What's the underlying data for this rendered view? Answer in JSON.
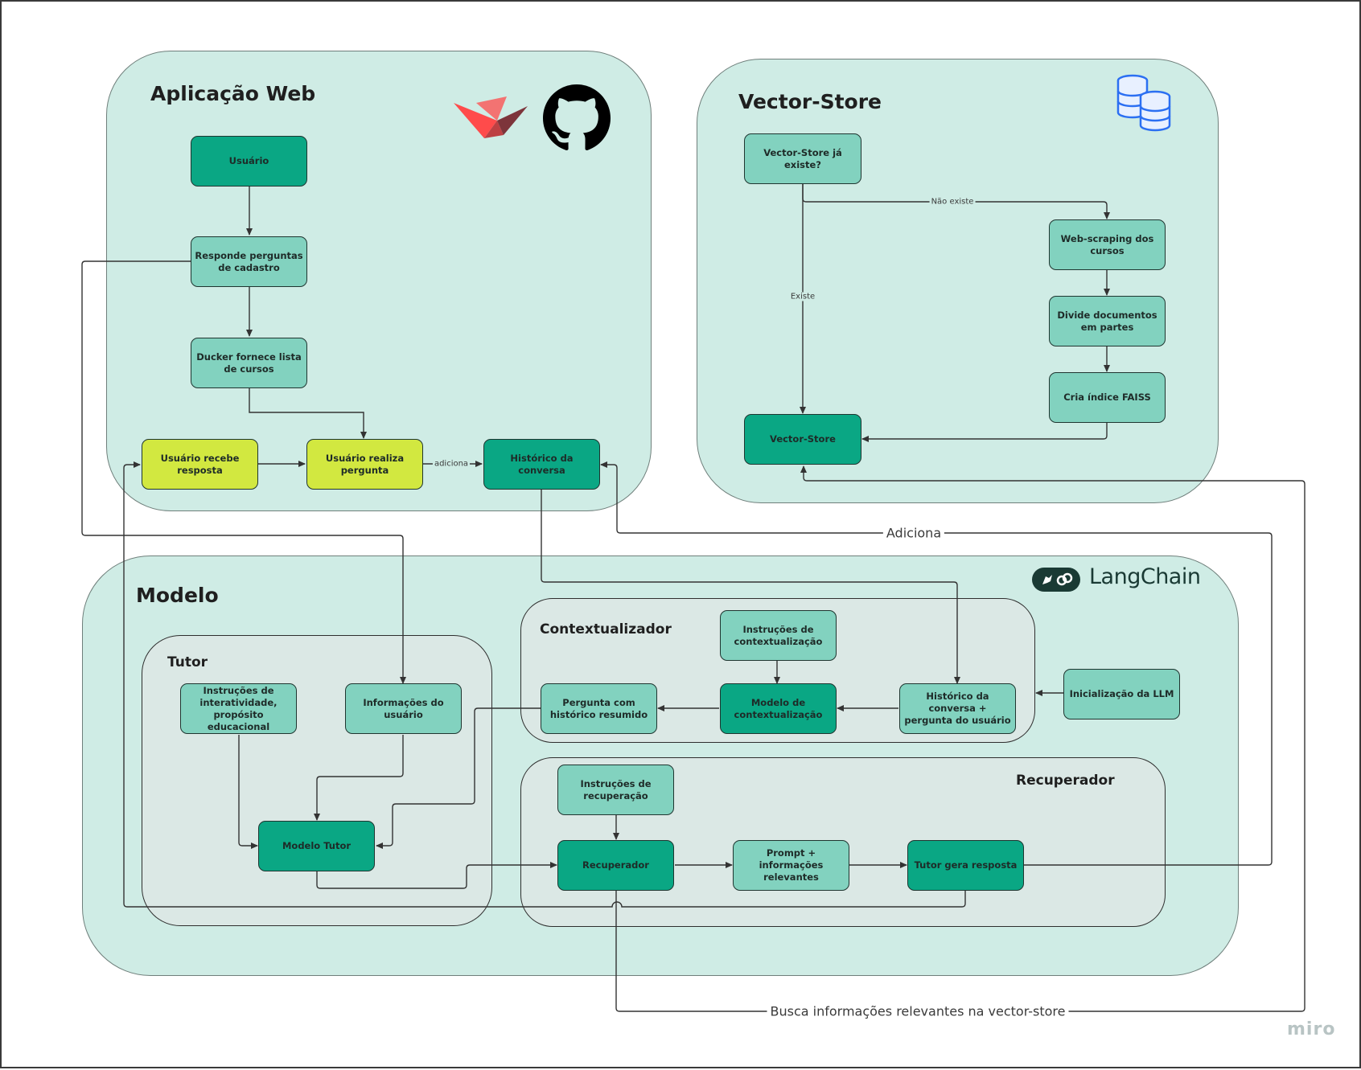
{
  "regions": {
    "web_app": "Aplicação Web",
    "vector_store": "Vector-Store",
    "model": "Modelo",
    "tutor": "Tutor",
    "contextualizer": "Contextualizador",
    "retriever": "Recuperador"
  },
  "nodes": {
    "usuario": "Usuário",
    "responde": "Responde perguntas de cadastro",
    "ducker": "Ducker fornece lista de cursos",
    "recebe": "Usuário recebe resposta",
    "realiza": "Usuário realiza pergunta",
    "historico": "Histórico da conversa",
    "vs_exists": "Vector-Store já existe?",
    "webscraping": "Web-scraping dos cursos",
    "divide": "Divide documentos em partes",
    "faiss": "Cria índice FAISS",
    "vectorstore": "Vector-Store",
    "instr_ctx": "Instruções de contextualização",
    "modelo_ctx": "Modelo de contextualização",
    "pergunta_hist": "Pergunta com histórico resumido",
    "hist_pergunta": "Histórico da conversa + pergunta do usuário",
    "init_llm": "Inicialização da LLM",
    "instr_inter": "Instruções de interatividade, propósito educacional",
    "info_usuario": "Informações do usuário",
    "modelo_tutor": "Modelo Tutor",
    "instr_rec": "Instruções de recuperação",
    "recuperador": "Recuperador",
    "prompt_info": "Prompt + informações relevantes",
    "tutor_gera": "Tutor gera resposta"
  },
  "edge_labels": {
    "adiciona_small": "adiciona",
    "nao_existe": "Não existe",
    "existe": "Existe",
    "adiciona": "Adiciona",
    "busca": "Busca informações relevantes na vector-store"
  },
  "logos": {
    "streamlit": "streamlit-logo",
    "github": "github-logo",
    "database": "database-icon",
    "langchain": "LangChain"
  },
  "watermark": "miro",
  "colors": {
    "region": "#cfece5",
    "subregion": "#dbe8e5",
    "node_dark": "#0aa784",
    "node_light": "#82d2bf",
    "node_yellow": "#d2e840",
    "edge": "#333333"
  }
}
